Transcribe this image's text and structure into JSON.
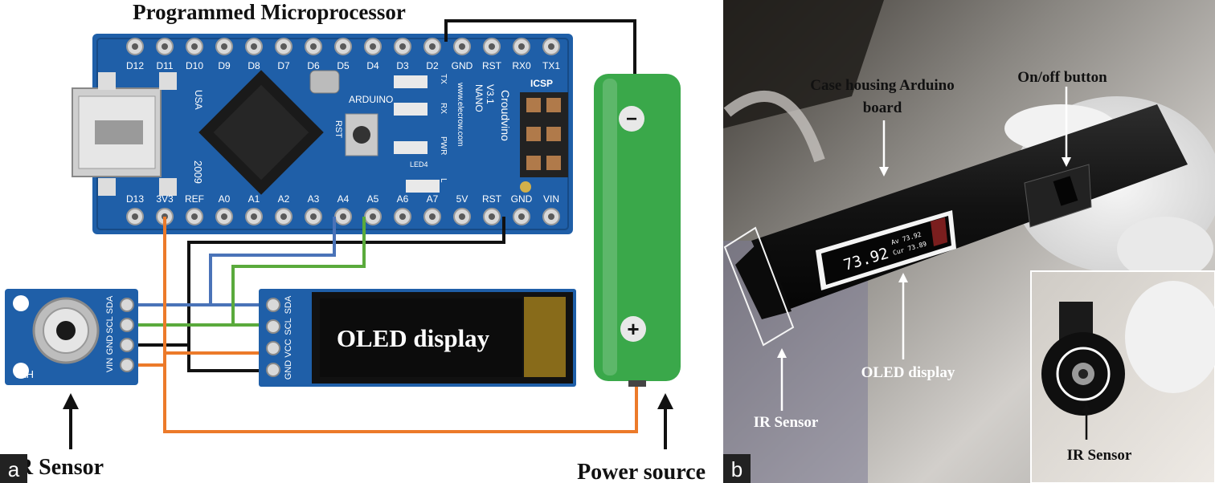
{
  "panel_a": {
    "letter": "a",
    "title": "Programmed Microprocessor",
    "board": {
      "top_pins": [
        "D12",
        "D11",
        "D10",
        "D9",
        "D8",
        "D7",
        "D6",
        "D5",
        "D4",
        "D3",
        "D2",
        "GND",
        "RST",
        "RX0",
        "TX1"
      ],
      "bottom_pins": [
        "D13",
        "3V3",
        "REF",
        "A0",
        "A1",
        "A2",
        "A3",
        "A4",
        "A5",
        "A6",
        "A7",
        "5V",
        "RST",
        "GND",
        "VIN"
      ],
      "text_usa": "USA",
      "text_year": "2009",
      "text_arduino": "ARDUINO",
      "text_nano": "NANO",
      "text_version": "V3.1",
      "text_brand": "Croudvino",
      "text_url": "www.elecrow.com",
      "text_icsp": "ICSP",
      "text_rst": "RST",
      "led_labels": [
        "TX",
        "RX",
        "PWR",
        "L"
      ],
      "text_led4": "LED4",
      "color_board": "#1f5fa8",
      "color_board_dark": "#164a86"
    },
    "ir_sensor_module": {
      "pins": [
        "SDA",
        "SCL",
        "GND",
        "VIN"
      ],
      "mark": "HW"
    },
    "oled_module": {
      "pins": [
        "SDA",
        "SCL",
        "VCC",
        "GND"
      ],
      "screen_text": "OLED display"
    },
    "battery": {
      "minus": "−",
      "plus": "+",
      "color": "#3aa84a"
    },
    "wire_colors": {
      "black": "#111111",
      "blue": "#4a73b8",
      "green": "#5aaa3c",
      "orange": "#ec7a2a"
    },
    "labels": {
      "ir_sensor": "IR Sensor",
      "power_source": "Power source"
    }
  },
  "panel_b": {
    "letter": "b",
    "labels": {
      "case_housing": "Case housing Arduino board",
      "case_housing_line1": "Case housing Arduino",
      "case_housing_line2": "board",
      "on_off": "On/off button",
      "oled_display": "OLED display",
      "ir_sensor": "IR Sensor",
      "inset_ir_sensor": "IR Sensor"
    },
    "oled_readout": {
      "main": "73.92",
      "line1": "Av  73.92",
      "line2": "Cur 73.89"
    }
  }
}
